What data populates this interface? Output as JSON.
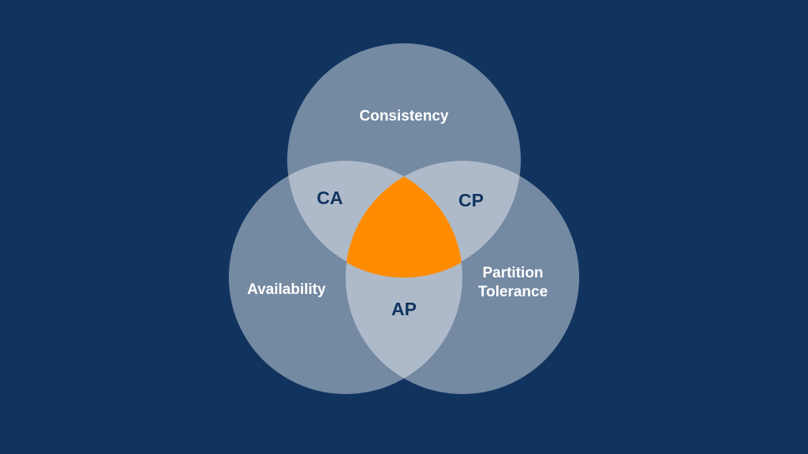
{
  "colors": {
    "background": "#11345f",
    "circle_fill": "#ffffff",
    "center": "#ff8c00",
    "overlap_label": "#11345f"
  },
  "sets": {
    "consistency": "Consistency",
    "availability": "Availability",
    "partition_line1": "Partition",
    "partition_line2": "Tolerance"
  },
  "overlaps": {
    "ca": "CA",
    "cp": "CP",
    "ap": "AP"
  }
}
